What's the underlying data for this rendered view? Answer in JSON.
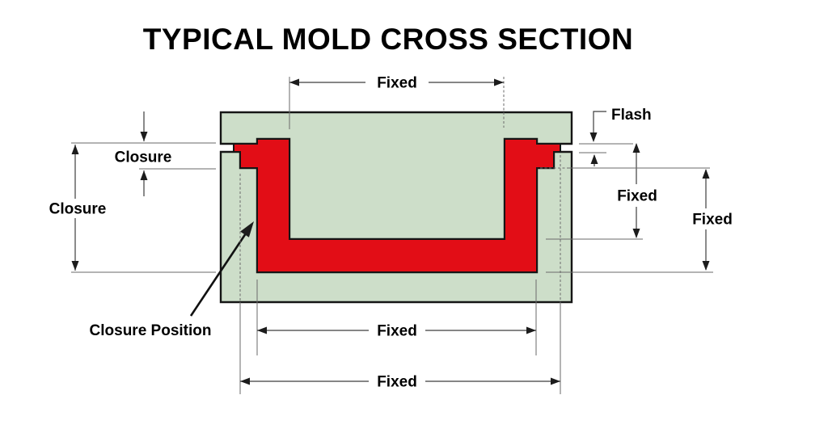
{
  "title": "TYPICAL MOLD CROSS SECTION",
  "labels": {
    "top_cavity_width": "Fixed",
    "closure_gap": "Closure",
    "closure_travel": "Closure",
    "flash": "Flash",
    "cavity_depth": "Fixed",
    "pot_depth": "Fixed",
    "closure_position": "Closure Position",
    "cavity_bottom_width": "Fixed",
    "mold_base_width": "Fixed"
  },
  "colors": {
    "mold_plate": "#cddec9",
    "rubber": "#e20d16",
    "outline": "#151515",
    "dimension_line": "#3d3d3d",
    "text": "#000000",
    "background": "#ffffff"
  }
}
